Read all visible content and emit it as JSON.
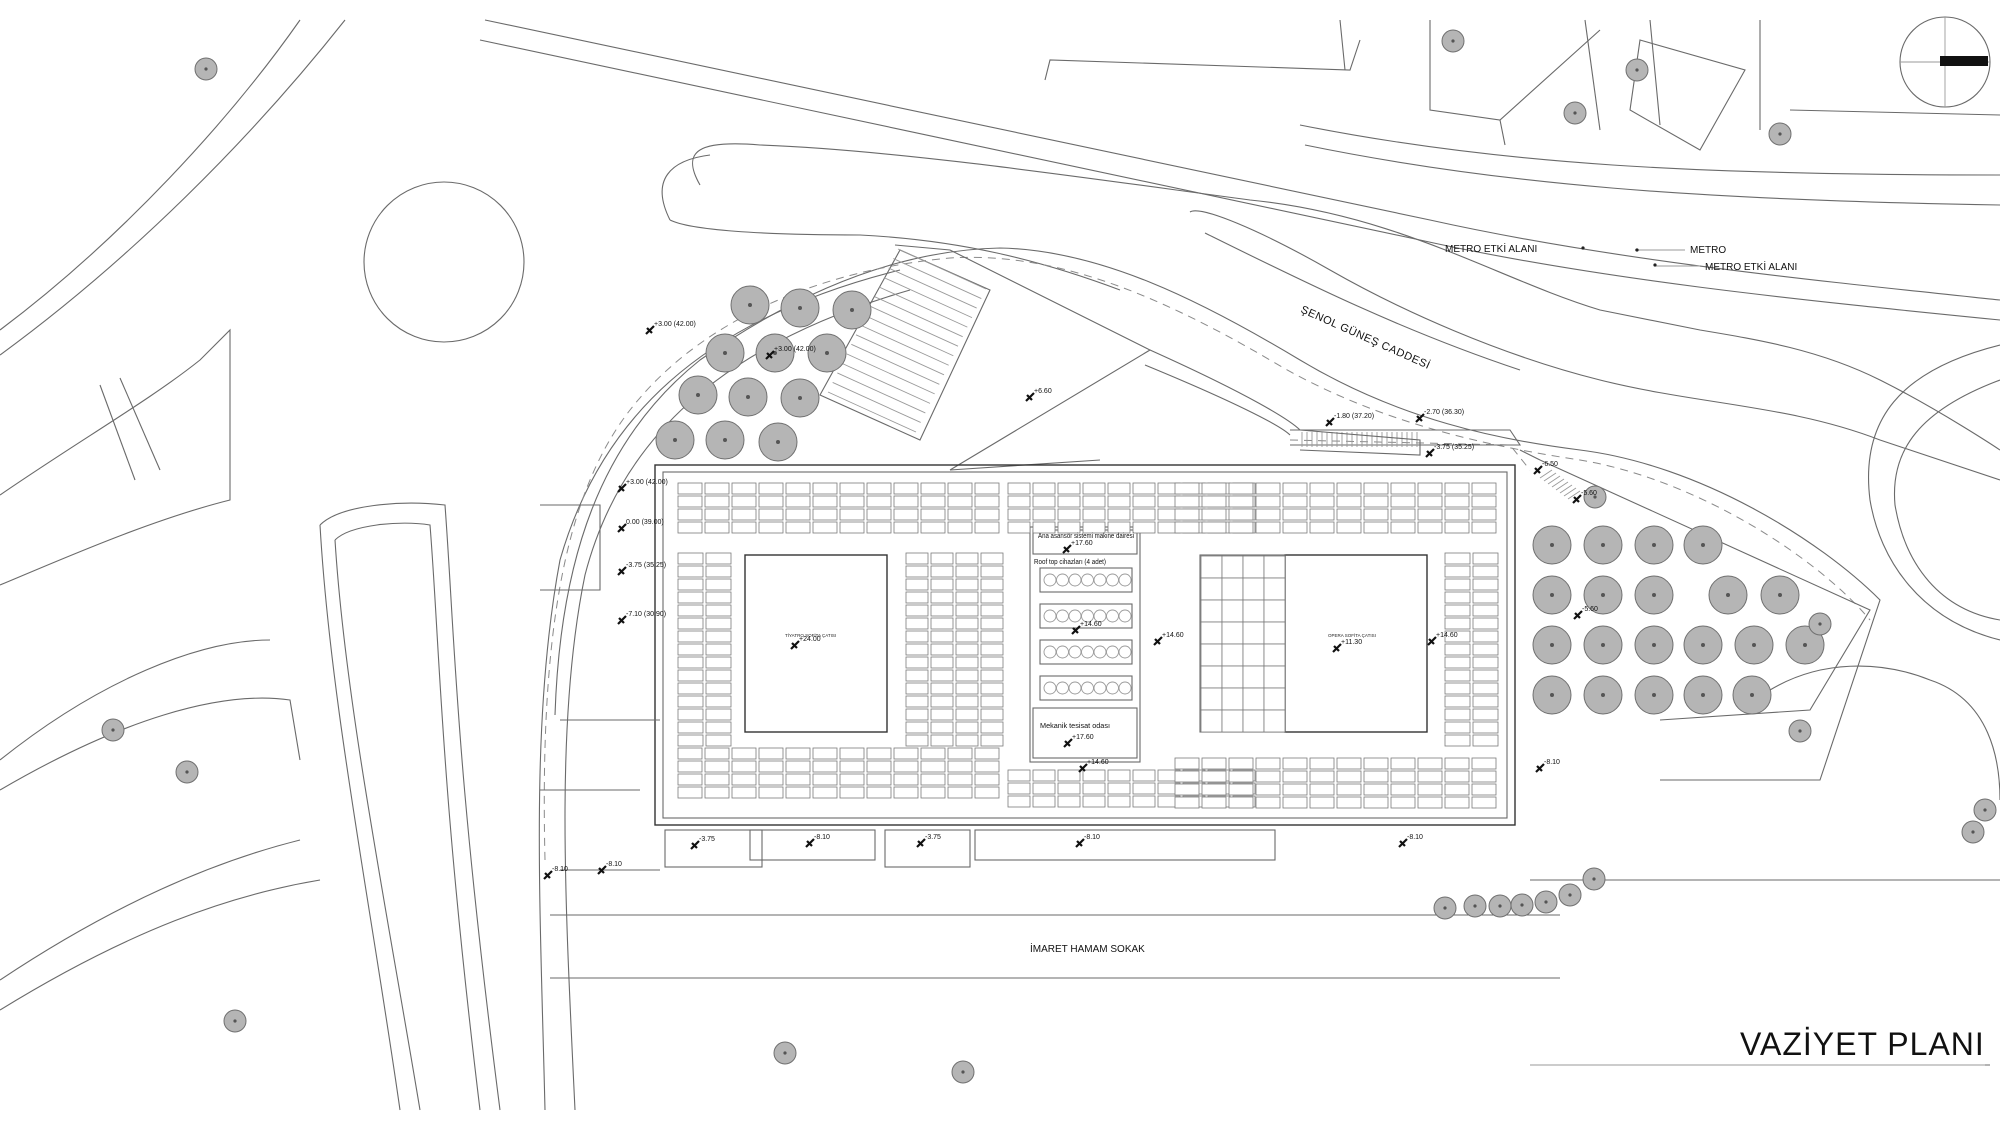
{
  "title": "VAZİYET PLANI",
  "streets": {
    "senol": "ŞENOL GÜNEŞ CADDESİ",
    "imaret": "İMARET HAMAM SOKAK"
  },
  "metro": {
    "label_1": "METRO ETKİ ALANI",
    "label_2": "METRO",
    "label_3": "METRO ETKİ ALANI"
  },
  "rooms": {
    "ana_asansor": "Ana asansör sistemi makine dairesi",
    "rooftop": "Roof top cihazları (4 adet)",
    "mekanik": "Mekanik tesisat odası",
    "tiyatro": "TİYATRO SOFİTA ÇATISI",
    "opera": "OPERA SOFİTA ÇATISI"
  },
  "levels": [
    "+3.00 (42.00)",
    "+3.00 (42.00)",
    "+6.60",
    "-1.80 (37.20)",
    "-2.70 (36.30)",
    "-3.75 (35.25)",
    "-6.50",
    "-5.60",
    "+3.00 (42.00)",
    "0.00 (39.00)",
    "-3.75 (35.25)",
    "-7.10 (30.90)",
    "+17.60",
    "+14.60",
    "+14.60",
    "+24.00",
    "+11.30",
    "+14.60",
    "+17.60",
    "+14.60",
    "-5.60",
    "-8.10",
    "-3.75",
    "-8.10",
    "-3.75",
    "-8.10",
    "-8.10",
    "-8.10",
    "-8.10"
  ]
}
